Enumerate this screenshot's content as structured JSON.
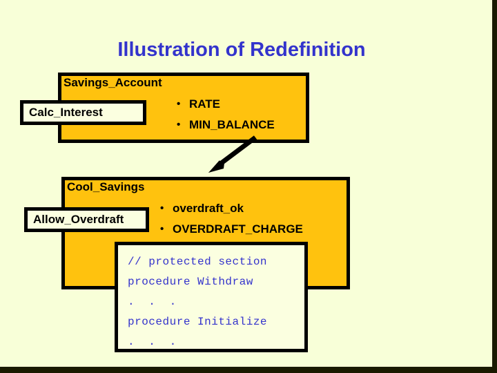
{
  "slide": {
    "title": "Illustration of Redefinition",
    "background_color": "#f8ffd8",
    "title_color": "#3333cc",
    "class_fill_color": "#ffc20e",
    "box_border_color": "#000000",
    "code_text_color": "#3333cc"
  },
  "parent_class": {
    "name": "Savings_Account",
    "features": [
      "RATE",
      "MIN_BALANCE"
    ],
    "operation": "Calc_Interest"
  },
  "child_class": {
    "name": "Cool_Savings",
    "features": [
      "overdraft_ok",
      "OVERDRAFT_CHARGE"
    ],
    "operation": "Allow_Overdraft"
  },
  "code_block": {
    "lines": [
      "// protected section",
      "procedure Withdraw",
      ".  .  .",
      "procedure Initialize",
      ".  .  ."
    ]
  },
  "arrow": {
    "name": "inheritance-arrow",
    "direction": "down-left"
  }
}
